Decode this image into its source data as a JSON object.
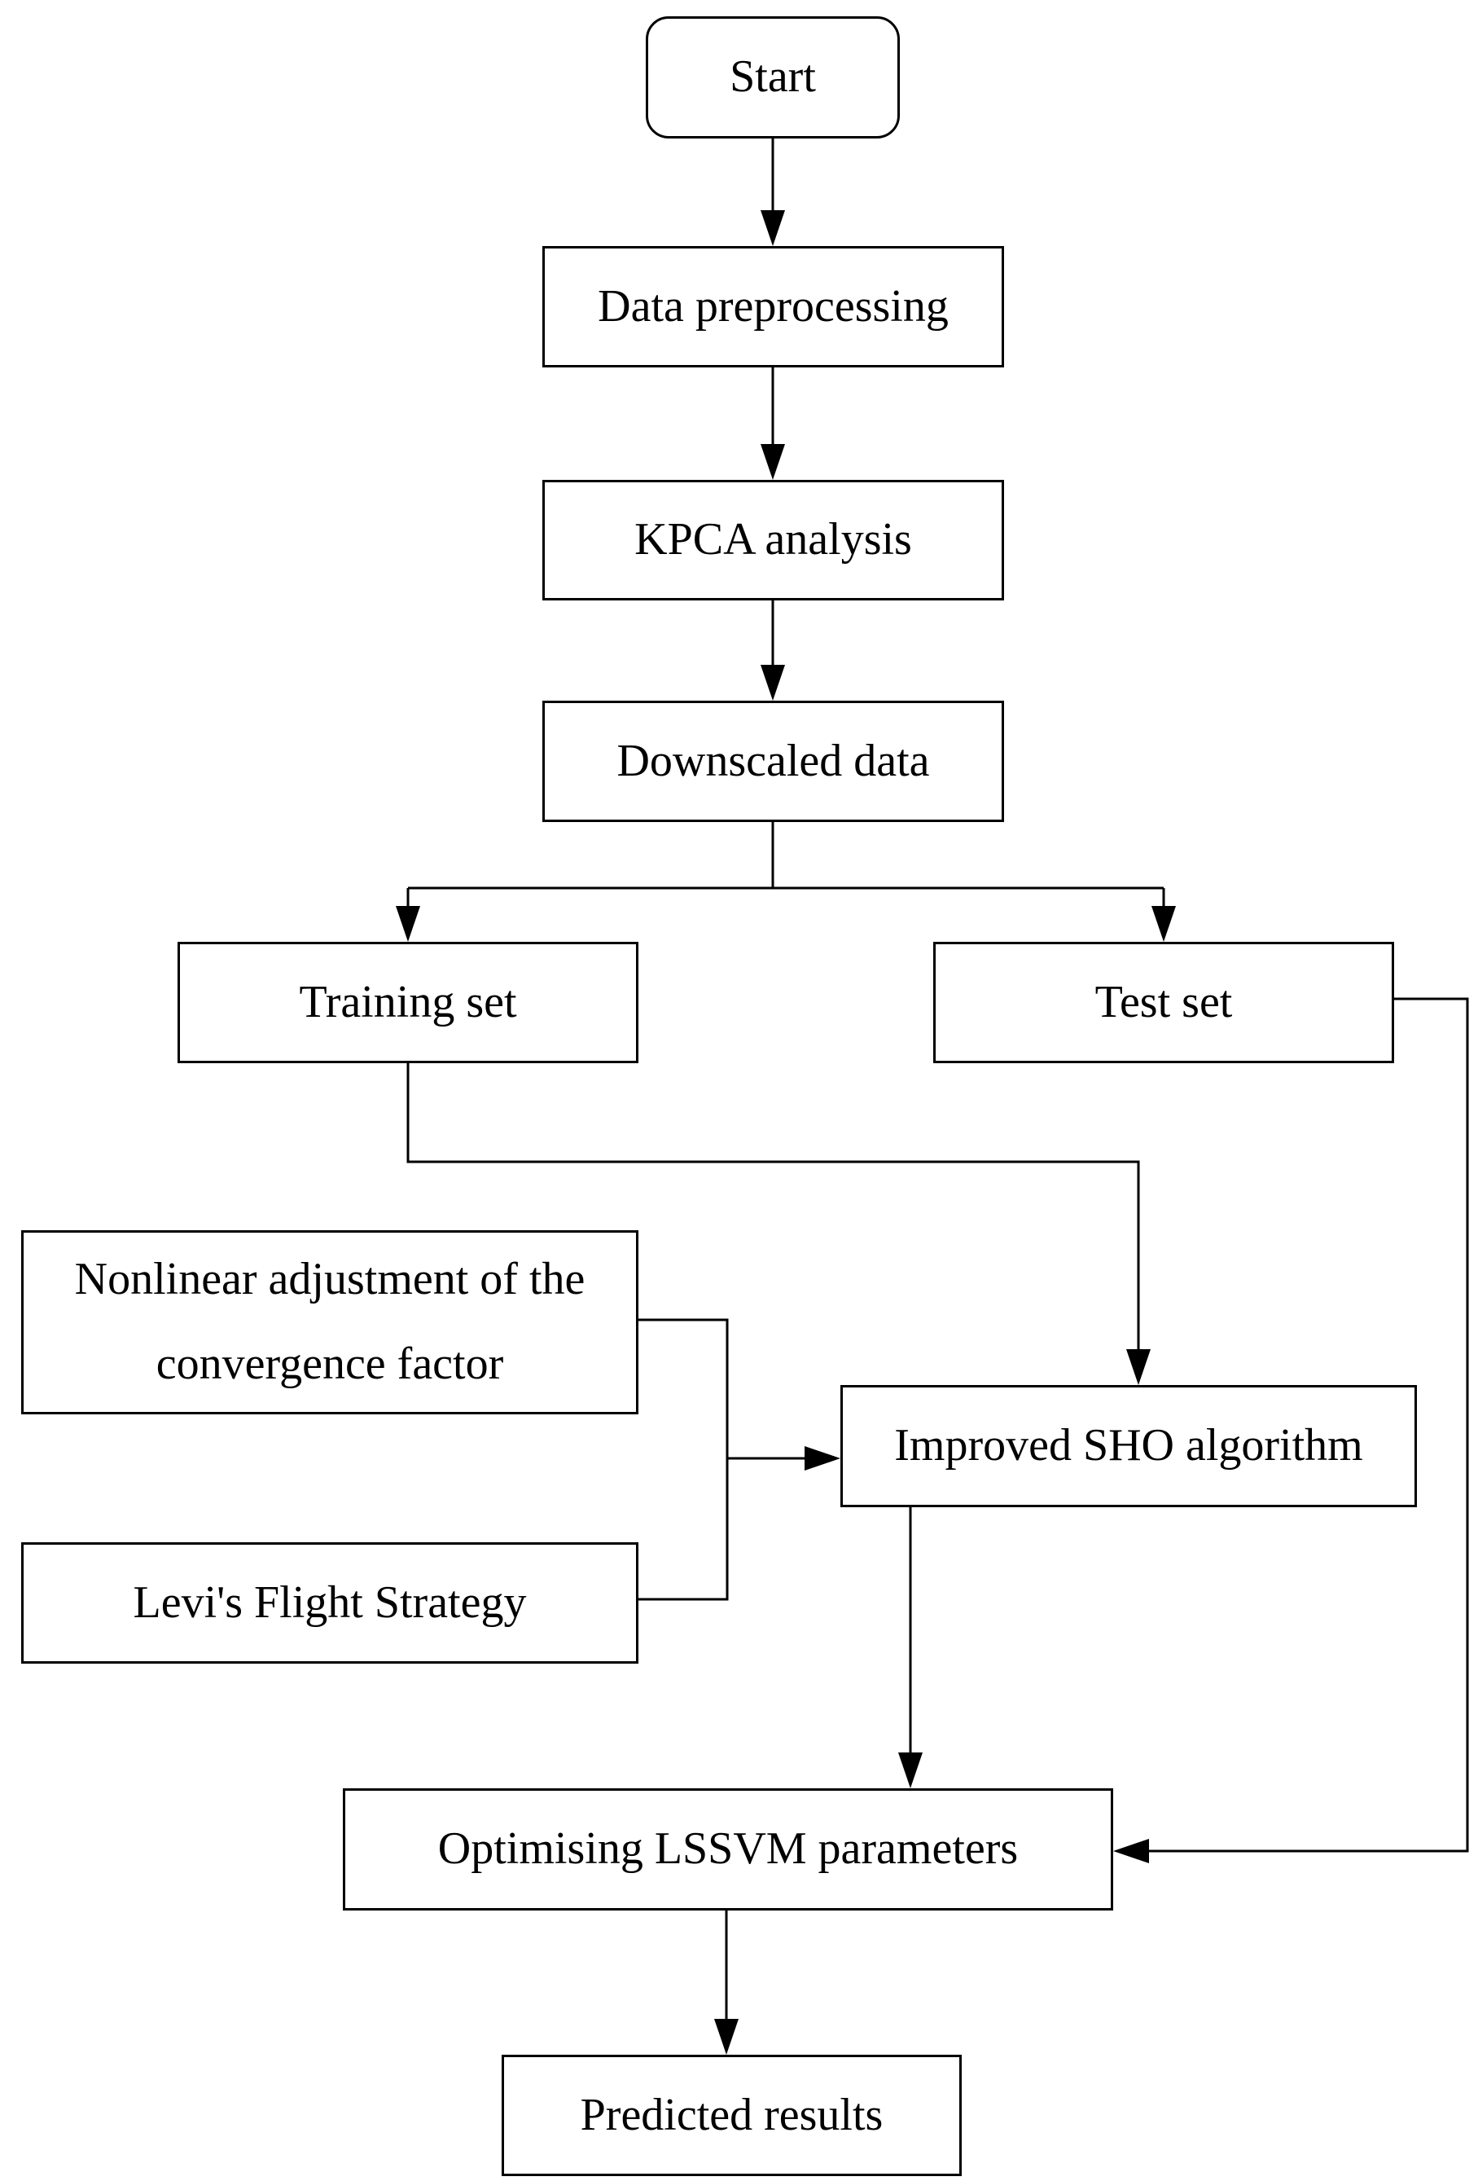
{
  "diagram": {
    "nodes": {
      "start": "Start",
      "preprocess": "Data preprocessing",
      "kpca": "KPCA analysis",
      "downscaled": "Downscaled data",
      "training": "Training set",
      "test": "Test set",
      "nonlinear_line1": "Nonlinear adjustment of the",
      "nonlinear_line2": "convergence factor",
      "levi": "Levi's Flight Strategy",
      "improved": "Improved SHO algorithm",
      "optimising": "Optimising LSSVM parameters",
      "predicted": "Predicted results"
    },
    "edges": [
      {
        "from": "start",
        "to": "preprocess"
      },
      {
        "from": "preprocess",
        "to": "kpca"
      },
      {
        "from": "kpca",
        "to": "downscaled"
      },
      {
        "from": "downscaled",
        "to": "training"
      },
      {
        "from": "downscaled",
        "to": "test"
      },
      {
        "from": "training",
        "to": "improved"
      },
      {
        "from": "nonlinear",
        "to": "improved"
      },
      {
        "from": "levi",
        "to": "improved"
      },
      {
        "from": "improved",
        "to": "optimising"
      },
      {
        "from": "test",
        "to": "optimising"
      },
      {
        "from": "optimising",
        "to": "predicted"
      }
    ],
    "colors": {
      "stroke": "#000000",
      "fill": "#ffffff",
      "text": "#000000"
    }
  }
}
